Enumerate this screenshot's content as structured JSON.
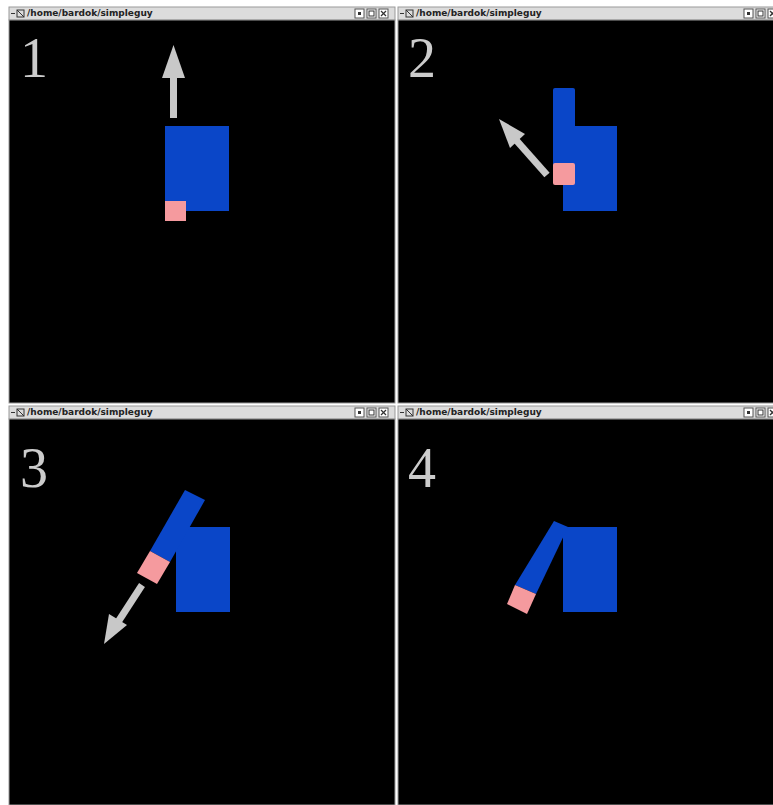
{
  "diagram": {
    "labels": [
      "/home/bardok/simpleguy",
      "1",
      "/home/bardok/simpleguy",
      "2",
      "/home/bardok/simpleguy",
      "3",
      "/home/bardok/simpleguy",
      "4"
    ]
  }
}
